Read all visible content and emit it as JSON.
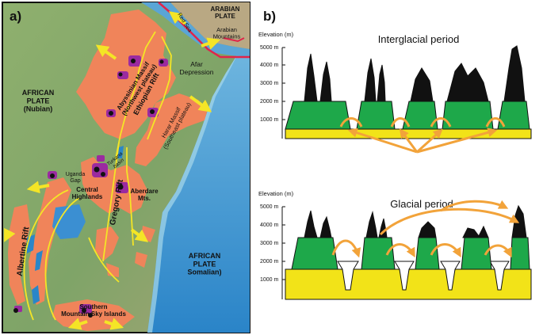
{
  "panel_a": {
    "label": "a)",
    "labels": {
      "arabian_plate": "ARABIAN\nPLATE",
      "red_sea": "Red Sea",
      "arabian_mountains": "Arabian\nMountains",
      "afar": "Afar\nDepression",
      "abyssinian": "Abyssinian Massif\n(Northwest plateau)",
      "ethiopian_rift": "Ethiopian Rift",
      "harar": "Harar Massif\n(Southeast plateau)",
      "african_plate_nubian": "AFRICAN\nPLATE\n(Nubian)",
      "turkana": "Turkana\nbasin",
      "uganda_gap": "Uganda\nGap",
      "central_highlands": "Central\nHighlands",
      "aberdare": "Aberdare\nMts.",
      "gregory_rift": "Gregory Rift",
      "albertine_rift": "Albertine Rift",
      "african_plate_somalian": "AFRICAN\nPLATE\nSomalian)",
      "southern_sky_islands": "Southern\nMountain Sky Islands"
    }
  },
  "panel_b": {
    "label": "b)",
    "profiles": [
      {
        "title": "Interglacial period",
        "axis_label": "Elevation (m)",
        "ticks": [
          "5000 m",
          "4000 m",
          "3000 m",
          "2000 m",
          "1000 m"
        ]
      },
      {
        "title": "Glacial period",
        "axis_label": "Elevation (m)",
        "ticks": [
          "5000 m",
          "4000 m",
          "3000 m",
          "2000 m",
          "1000 m"
        ]
      }
    ]
  },
  "colors": {
    "rift_orange": "#f0845a",
    "lowland_green": "#7ea76a",
    "ocean_blue": "#2f8fd0",
    "forest_green": "#1ea84a",
    "grassland_yellow": "#f2e318",
    "afroalpine_black": "#111111",
    "arrow_orange": "#f2a33a",
    "plate_boundary_red": "#e0244a"
  }
}
